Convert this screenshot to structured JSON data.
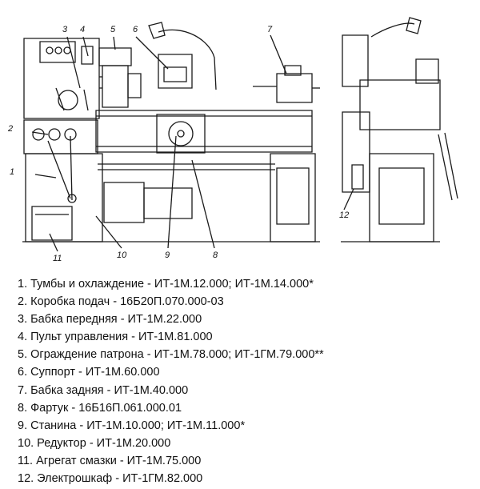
{
  "callouts": [
    "1",
    "2",
    "3",
    "4",
    "5",
    "6",
    "7",
    "8",
    "9",
    "10",
    "11",
    "12"
  ],
  "legend": [
    "1. Тумбы и охлаждение - ИТ-1М.12.000; ИТ-1М.14.000*",
    "2. Коробка подач - 16Б20П.070.000-03",
    "3. Бабка передняя - ИТ-1М.22.000",
    "4. Пульт управления - ИТ-1М.81.000",
    "5. Ограждение патрона - ИТ-1М.78.000; ИТ-1ГМ.79.000**",
    "6. Суппорт - ИТ-1М.60.000",
    "7. Бабка задняя - ИТ-1М.40.000",
    "8. Фартук - 16Б16П.061.000.01",
    "9. Станина - ИТ-1М.10.000; ИТ-1М.11.000*",
    "10. Редуктор - ИТ-1М.20.000",
    "11. Агрегат смазки - ИТ-1М.75.000",
    "12. Электрошкаф - ИТ-1ГМ.82.000"
  ]
}
